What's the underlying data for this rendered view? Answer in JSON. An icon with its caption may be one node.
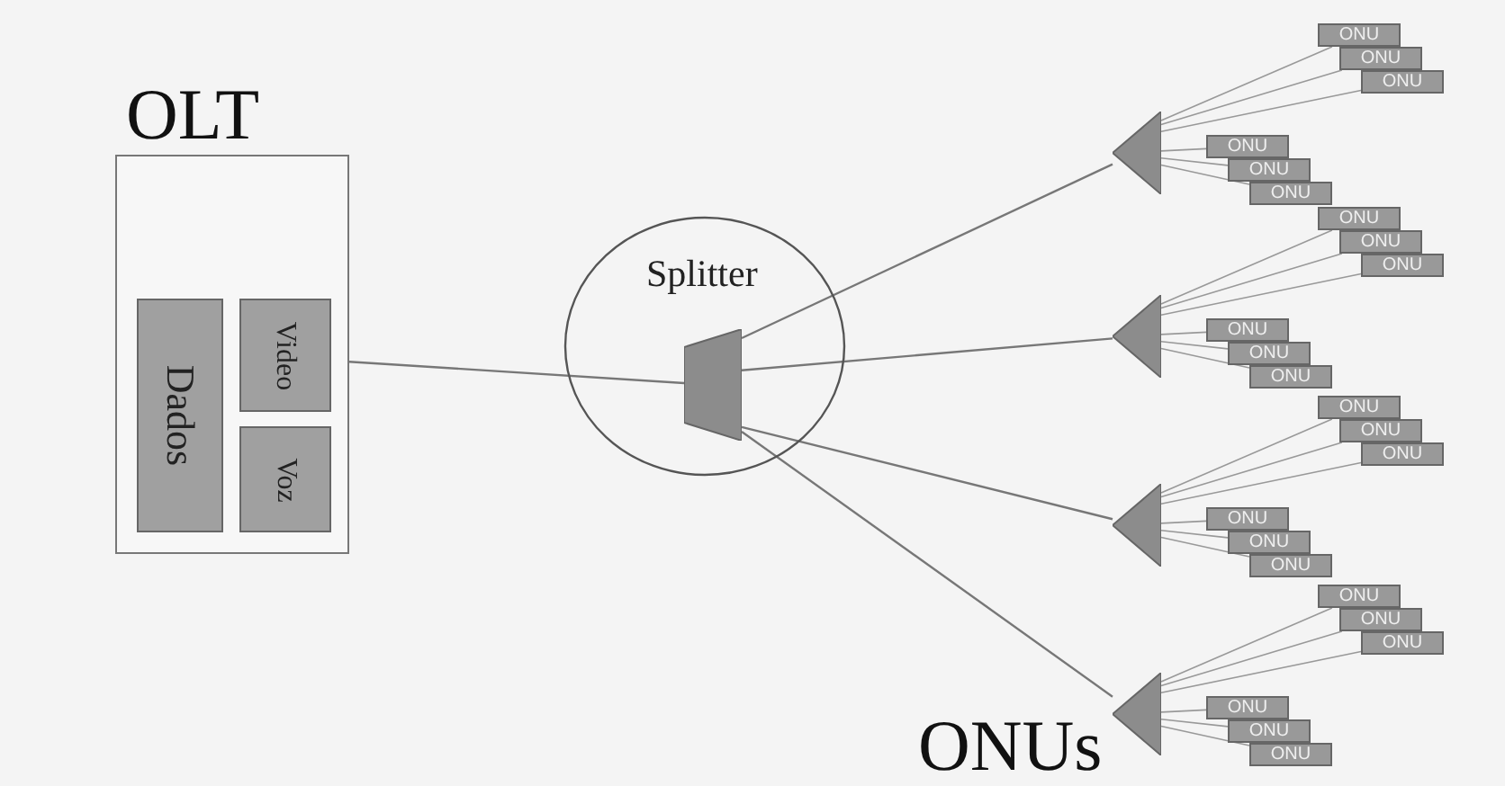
{
  "diagram": {
    "nodes": [
      {
        "text": [
          "OLT"
        ]
      },
      {
        "text": [
          "Dados"
        ],
        "in": 0
      },
      {
        "text": [
          "Video"
        ],
        "in": 0
      },
      {
        "text": [
          "Voz"
        ],
        "in": 0
      },
      {
        "text": [
          "Splitter"
        ]
      },
      {
        "text": [],
        "shape": "trapezoid",
        "in": 4
      },
      {
        "text": [],
        "shape": "triangle"
      },
      {
        "text": [],
        "shape": "triangle"
      },
      {
        "text": [],
        "shape": "triangle"
      },
      {
        "text": [],
        "shape": "triangle"
      },
      {
        "text": [
          "ONU"
        ]
      },
      {
        "text": [
          "ONU"
        ]
      },
      {
        "text": [
          "ONU"
        ]
      },
      {
        "text": [
          "ONU"
        ]
      },
      {
        "text": [
          "ONU"
        ]
      },
      {
        "text": [
          "ONU"
        ]
      },
      {
        "text": [
          "ONU"
        ]
      },
      {
        "text": [
          "ONU"
        ]
      },
      {
        "text": [
          "ONU"
        ]
      },
      {
        "text": [
          "ONU"
        ]
      },
      {
        "text": [
          "ONU"
        ]
      },
      {
        "text": [
          "ONU"
        ]
      },
      {
        "text": [
          "ONU"
        ]
      },
      {
        "text": [
          "ONU"
        ]
      },
      {
        "text": [
          "ONU"
        ]
      },
      {
        "text": [
          "ONU"
        ]
      },
      {
        "text": [
          "ONU"
        ]
      },
      {
        "text": [
          "ONU"
        ]
      },
      {
        "text": [
          "ONU"
        ]
      },
      {
        "text": [
          "ONU"
        ]
      },
      {
        "text": [
          "ONU"
        ]
      },
      {
        "text": [
          "ONU"
        ]
      },
      {
        "text": [
          "ONU"
        ]
      },
      {
        "text": [
          "ONU"
        ]
      }
    ],
    "edges": [
      {
        "from": 0,
        "to": 5,
        "arrow": "none"
      },
      {
        "from": 5,
        "to": 6,
        "arrow": "none"
      },
      {
        "from": 5,
        "to": 7,
        "arrow": "none"
      },
      {
        "from": 5,
        "to": 8,
        "arrow": "none"
      },
      {
        "from": 5,
        "to": 9,
        "arrow": "none"
      },
      {
        "from": 6,
        "to": 10,
        "arrow": "none"
      },
      {
        "from": 6,
        "to": 11,
        "arrow": "none"
      },
      {
        "from": 6,
        "to": 12,
        "arrow": "none"
      },
      {
        "from": 6,
        "to": 13,
        "arrow": "none"
      },
      {
        "from": 6,
        "to": 14,
        "arrow": "none"
      },
      {
        "from": 6,
        "to": 15,
        "arrow": "none"
      },
      {
        "from": 7,
        "to": 16,
        "arrow": "none"
      },
      {
        "from": 7,
        "to": 17,
        "arrow": "none"
      },
      {
        "from": 7,
        "to": 18,
        "arrow": "none"
      },
      {
        "from": 7,
        "to": 19,
        "arrow": "none"
      },
      {
        "from": 7,
        "to": 20,
        "arrow": "none"
      },
      {
        "from": 7,
        "to": 21,
        "arrow": "none"
      },
      {
        "from": 8,
        "to": 22,
        "arrow": "none"
      },
      {
        "from": 8,
        "to": 23,
        "arrow": "none"
      },
      {
        "from": 8,
        "to": 24,
        "arrow": "none"
      },
      {
        "from": 8,
        "to": 25,
        "arrow": "none"
      },
      {
        "from": 8,
        "to": 26,
        "arrow": "none"
      },
      {
        "from": 8,
        "to": 27,
        "arrow": "none"
      },
      {
        "from": 9,
        "to": 28,
        "arrow": "none"
      },
      {
        "from": 9,
        "to": 29,
        "arrow": "none"
      },
      {
        "from": 9,
        "to": 30,
        "arrow": "none"
      },
      {
        "from": 9,
        "to": 31,
        "arrow": "none"
      },
      {
        "from": 9,
        "to": 32,
        "arrow": "none"
      },
      {
        "from": 9,
        "to": 33,
        "arrow": "none"
      }
    ],
    "labels": [
      "ONUs"
    ]
  }
}
